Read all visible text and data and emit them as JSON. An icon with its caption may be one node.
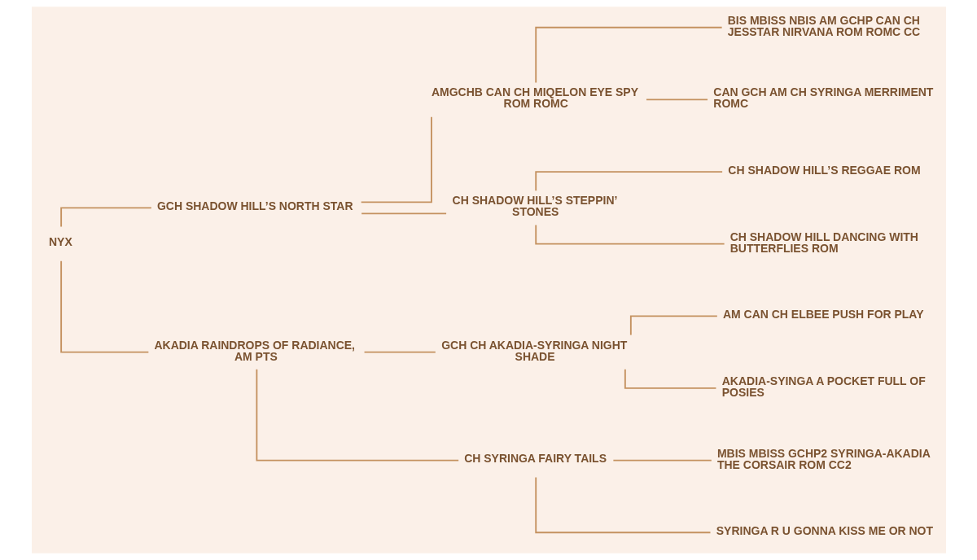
{
  "diagram": {
    "nodes": [
      {
        "text": [
          "NYX"
        ]
      },
      {
        "text": [
          "GCH SHADOW HILL’S NORTH STAR"
        ]
      },
      {
        "text": [
          "AKADIA RAINDROPS OF RADIANCE, AM PTS"
        ]
      },
      {
        "text": [
          "AMGCHB CAN CH MIQELON EYE SPY ROM ROMC"
        ]
      },
      {
        "text": [
          "CH SHADOW HILL’S STEPPIN’ STONES"
        ]
      },
      {
        "text": [
          "GCH CH AKADIA-SYRINGA NIGHT SHADE"
        ]
      },
      {
        "text": [
          "CH SYRINGA FAIRY TAILS"
        ]
      },
      {
        "text": [
          "BIS MBISS NBIS AM GCHP CAN CH JESSTAR NIRVANA ROM ROMC CC"
        ]
      },
      {
        "text": [
          "CAN GCH AM CH SYRINGA MERRIMENT ROMC"
        ]
      },
      {
        "text": [
          "CH SHADOW HILL’S REGGAE ROM"
        ]
      },
      {
        "text": [
          "CH SHADOW HILL DANCING WITH BUTTERFLIES ROM"
        ]
      },
      {
        "text": [
          "AM CAN CH ELBEE PUSH FOR PLAY"
        ]
      },
      {
        "text": [
          "AKADIA-SYINGA A POCKET FULL OF POSIES"
        ]
      },
      {
        "text": [
          "MBIS MBISS GCHP2 SYRINGA-AKADIA THE CORSAIR ROM CC2"
        ]
      },
      {
        "text": [
          "SYRINGA R U GONNA KISS ME OR NOT"
        ]
      }
    ],
    "edges": [
      {
        "from": 0,
        "to": 1,
        "arrow": "none"
      },
      {
        "from": 0,
        "to": 2,
        "arrow": "none"
      },
      {
        "from": 1,
        "to": 3,
        "arrow": "none"
      },
      {
        "from": 1,
        "to": 4,
        "arrow": "none"
      },
      {
        "from": 2,
        "to": 5,
        "arrow": "none"
      },
      {
        "from": 2,
        "to": 6,
        "arrow": "none"
      },
      {
        "from": 3,
        "to": 7,
        "arrow": "none"
      },
      {
        "from": 3,
        "to": 8,
        "arrow": "none"
      },
      {
        "from": 4,
        "to": 9,
        "arrow": "none"
      },
      {
        "from": 4,
        "to": 10,
        "arrow": "none"
      },
      {
        "from": 5,
        "to": 11,
        "arrow": "none"
      },
      {
        "from": 5,
        "to": 12,
        "arrow": "none"
      },
      {
        "from": 6,
        "to": 13,
        "arrow": "none"
      },
      {
        "from": 6,
        "to": 14,
        "arrow": "none"
      }
    ]
  }
}
